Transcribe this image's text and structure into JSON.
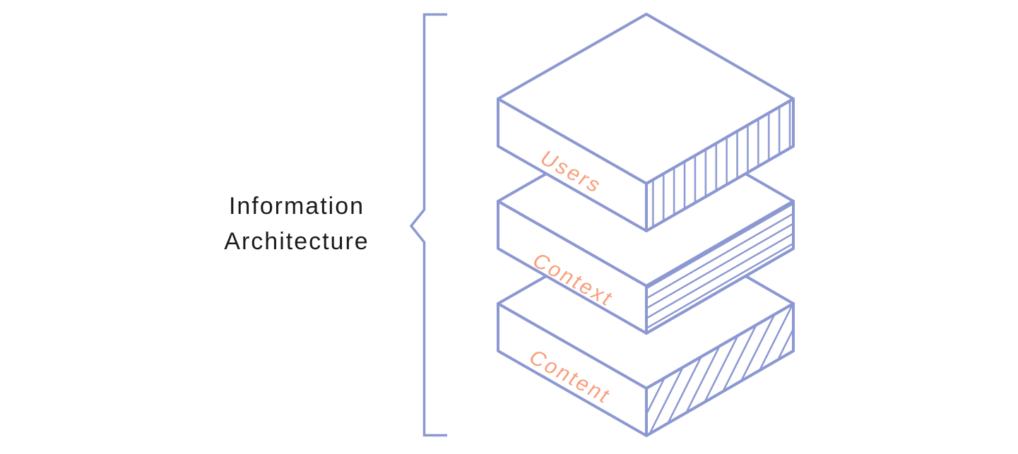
{
  "diagram": {
    "title": {
      "line1": "Information",
      "line2": "Architecture"
    },
    "layers": [
      {
        "label": "Users",
        "texture": "vertical-stripes"
      },
      {
        "label": "Context",
        "texture": "horizontal-stripes"
      },
      {
        "label": "Content",
        "texture": "diagonal-stripes"
      }
    ],
    "colors": {
      "outline": "#8c98d2",
      "label": "#f7a07e",
      "title": "#1b1b1b",
      "background": "#ffffff"
    }
  }
}
